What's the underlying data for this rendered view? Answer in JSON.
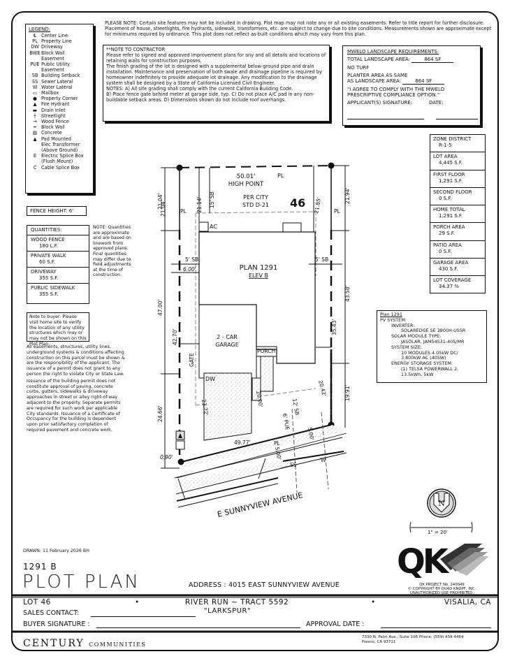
{
  "legend": {
    "title": "LEGEND:",
    "items": [
      {
        "symbol": "℄",
        "label": "Center Line"
      },
      {
        "symbol": "PL",
        "label": "Property Line"
      },
      {
        "symbol": "DW",
        "label": "Driveway"
      },
      {
        "symbol": "BWE",
        "label": "Block Wall"
      },
      {
        "symbol": "",
        "label": "Easement"
      },
      {
        "symbol": "PUE",
        "label": "Public Utility"
      },
      {
        "symbol": "",
        "label": "Easement"
      },
      {
        "symbol": "SB",
        "label": "Building Setback"
      },
      {
        "symbol": "SS",
        "label": "Sewer Lateral"
      },
      {
        "symbol": "W",
        "label": "Water Lateral"
      },
      {
        "symbol": "▭",
        "label": "Mailbox"
      },
      {
        "symbol": "●",
        "label": "Property Corner"
      },
      {
        "symbol": "▲",
        "label": "Fire Hydrant"
      },
      {
        "symbol": "▬",
        "label": "Drain Inlet"
      },
      {
        "symbol": "┼",
        "label": "Streetlight"
      },
      {
        "symbol": "→",
        "label": "Wood Fence"
      },
      {
        "symbol": "━",
        "label": "Block Wall"
      },
      {
        "symbol": "▨",
        "label": "Concrete"
      },
      {
        "symbol": "▲",
        "label": "Pad Mounted"
      },
      {
        "symbol": "",
        "label": "Elec Transformer"
      },
      {
        "symbol": "",
        "label": "(Above Ground)"
      },
      {
        "symbol": "E",
        "label": "Electric Splice Box"
      },
      {
        "symbol": "",
        "label": "(Flush Mount)"
      },
      {
        "symbol": "C",
        "label": "Cable Splice Box"
      }
    ]
  },
  "please_note": "PLEASE NOTE: Certain site features may not be included in drawing. Plot map may not note any or all existing easements. Refer to title report for further disclosure. Placement of house, streetlights, fire hydrants, sidewalk, transformers, etc. are subject to change due to site conditions. Measurements shown are approximate except for minimums required by ordinance. This plot does not reflect as-built conditions which may vary from this plan.",
  "contractor_note": {
    "title": "**NOTE TO CONTRACTOR",
    "lines": [
      "Please refer to signed and approved improvement plans for any and all details and locations of retaining walls for construction purposes.",
      "The finish grading of the lot is designed with a supplemental below-ground pipe and drain installation. Maintenance and preservation of both swale and drainage pipeline is required by homeowner indefinitely to provide adequate lot drainage. Any modification to the drainage system shall be designed by a State of California Licensed Civil Engineer.",
      "NOTES: A) All site grading shall comply with the current California Building Code.",
      "B) Place fence gate behind meter at garage side, typ. C) Do not place A/C pad in any non-buildable setback areas. D) Dimensions shown do not include roof overhangs."
    ]
  },
  "mwelo": {
    "title": "MWELO LANDSCAPE REQUIREMENTS:",
    "total_label": "TOTAL LANDSCAPE AREA:",
    "total_value": "864 SF",
    "no_turf": "NO TURF",
    "planter_label_1": "PLANTER AREA AS SAME",
    "planter_label_2": "AS LANDSCAPE AREA:",
    "planter_value": "864 SF",
    "agree_1": "\"I AGREE TO COMPLY WITH THE MWELO",
    "agree_2": "PRESCRIPTIVE COMPLIANCE OPTION.\"",
    "signature_label": "APPLICANT(S) SIGNATURE:",
    "date_label": "DATE:"
  },
  "stats": [
    {
      "label": "ZONE DISTRICT",
      "value": "R-1-5"
    },
    {
      "label": "LOT AREA",
      "value": "4,445 S.F."
    },
    {
      "label": "FIRST FLOOR",
      "value": "1,291 S.F."
    },
    {
      "label": "SECOND FLOOR",
      "value": "0 S.F."
    },
    {
      "label": "HOME TOTAL",
      "value": "1,291 S.F."
    },
    {
      "label": "PORCH AREA",
      "value": "29 S.F."
    },
    {
      "label": "PATIO AREA",
      "value": "0 S.F."
    },
    {
      "label": "GARAGE AREA",
      "value": "430 S.F."
    },
    {
      "label": "LOT COVERAGE",
      "value": "34.37 %"
    }
  ],
  "fence_height": "FENCE HEIGHT: 6'",
  "quantities": {
    "title": "QUANTITIES:",
    "items": [
      {
        "label": "WOOD FENCE",
        "value": "180 L.F."
      },
      {
        "label": "PRIVATE WALK",
        "value": "60 S.F."
      },
      {
        "label": "DRIVEWAY",
        "value": "355 S.F."
      },
      {
        "label": "PUBLIC SIDEWALK",
        "value": "355 S.F."
      }
    ],
    "note": "NOTE: Quantities are approximate and are based on linework from approved plans. Final quantities may differ due to field adjustments at the time of construction."
  },
  "buyer_note": "Note to buyer: Please visit home site to verify the location of any utility structures which may or may not be shown on this Plot Plan.",
  "easement_notes": [
    "All easements, structures, utility lines, underground systems & conditions affecting construction on this parcel must be shown & are the responsibility of the applicant. The issuance of a permit does not grant to any person the right to violate City or State Law.",
    "Issuance of the building permit does not constitute approval of paving, concrete curbs, gutters, sidewalks & driveway approaches in street or alley right-of-way adjacent to the property. Separate permits are required for such work per applicable City standards. Issuance of a Certificate of Occupancy for the building is dependent upon prior satisfactory completion of required pavement and concrete work."
  ],
  "pv": {
    "plan": "Plan 1291",
    "system": "PV SYSTEM:",
    "inverter_label": "INVERTER:",
    "inverter": "SOLAREDGE SE 3800H-USSR",
    "module_label": "SOLAR MODULE TYPE:",
    "module": "JASOLAR, JAM54S31-405/MR",
    "size_label": "SYSTEM SIZE:",
    "size_1": "10 MODULES 4.05kW DC/",
    "size_2": "3,800kW AC (405W)",
    "storage_label": "ENERGY STORAGE SYSTEM:",
    "storage_1": "(1) TELSA POWERWALL 2,",
    "storage_2": "13.5kWh, 5kW"
  },
  "drawing": {
    "lot_number": "46",
    "plan_label": "PLAN 1291",
    "elev_label": "ELEV B",
    "garage_1": "2 - CAR",
    "garage_2": "GARAGE",
    "porch": "PORCH",
    "dw": "DW",
    "ac": "AC",
    "gate": "GATE",
    "high_point": "HIGH POINT",
    "per_city": "PER CITY",
    "std": "STD D-21",
    "street": "E SUNNYVIEW AVENUE",
    "pl": "PL",
    "sb_rear": "15' SB",
    "sb_left": "5' SB",
    "sb_right": "5' SB",
    "sb_front": "12' SB",
    "pue": "6' PUE",
    "ss": "SS",
    "w": "W",
    "dims": {
      "rear": "50.01'",
      "left_top": "21.04'",
      "left_inner": "21.14'",
      "right_inner": "21.85'",
      "right_top": "21.94'",
      "side_left": "6.00'",
      "left_depth": "47.00'",
      "left_house": "42.70'",
      "right_depth": "43.58'",
      "right_house": "35.43'",
      "right_front": "19.91'",
      "left_front": "24.66'",
      "dw_depth": "23.22'",
      "dw_2": "20.00'",
      "right_sb": "20.42'",
      "front": "49.77'",
      "offset": "0.90'",
      "walk_1": "5.00'",
      "walk_2": "5.00'"
    }
  },
  "north": "N",
  "scale": "1\" = 20'",
  "qk": {
    "project": "QK PROJECT No. 240049",
    "copyright": "© COPYRIGHT BY QUAD KNOPF, INC.",
    "unauth": "UNAUTHORIZED USE PROHIBITED."
  },
  "title_block": {
    "drawn": "DRAWN: 11 February 2026  BH",
    "plan_elev": "1291   B",
    "title": "PLOT PLAN",
    "address_label": "ADDRESS :",
    "address": "4015 EAST SUNNYVIEW AVENUE",
    "lot": "LOT 46",
    "tract": "RIVER RUN ~ TRACT 5592",
    "city": "VISALIA, CA",
    "community": "\"LARKSPUR\"",
    "sales_contact": "SALES CONTACT:",
    "buyer_signature": "BUYER SIGNATURE :",
    "approval_date": "APPROVAL DATE :",
    "bullet": "•",
    "company": "CENTURY",
    "company_sub": "COMMUNITIES",
    "office_1": "7330 N. Palm Ave., Suite 106   Phone: (559) 439-4464",
    "office_2": "Fresno, CA 93711"
  }
}
